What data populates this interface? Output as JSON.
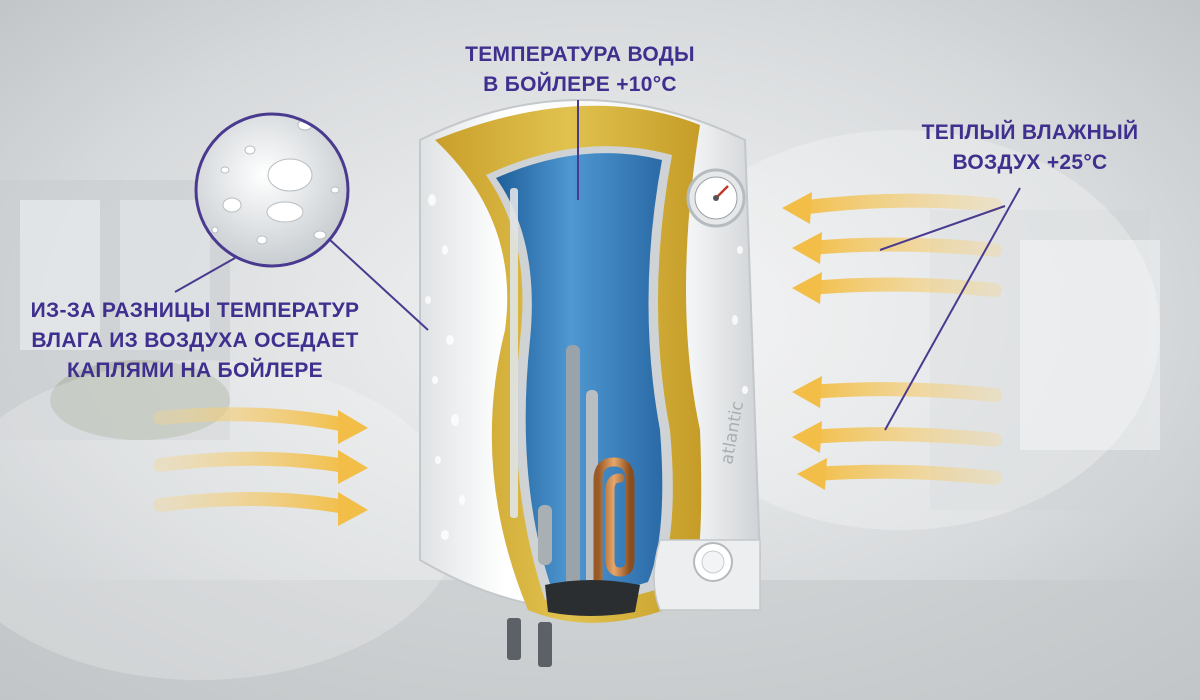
{
  "labels": {
    "water_temperature": [
      "ТЕМПЕРАТУРА ВОДЫ",
      "В БОЙЛЕРЕ +10°C"
    ],
    "warm_air": [
      "ТЕПЛЫЙ ВЛАЖНЫЙ",
      "ВОЗДУХ +25°C"
    ],
    "condensation": [
      "ИЗ-ЗА РАЗНИЦЫ ТЕМПЕРАТУР",
      "ВЛАГА ИЗ ВОЗДУХА ОСЕДАЕТ",
      "КАПЛЯМИ НА БОЙЛЕРЕ"
    ]
  },
  "brand": "atlantic",
  "colors": {
    "label_text": "#3f2f8e",
    "leader_line": "#4a3a8f",
    "arrow": "#f2c45e",
    "tank_water": "#3f86c2",
    "insulation": "#d8b43c",
    "boiler_shell": "#f4f5f6"
  },
  "icons": [
    "thermometer-gauge-icon",
    "thermostat-knob-icon",
    "heating-element-icon",
    "droplets-magnifier-icon"
  ]
}
